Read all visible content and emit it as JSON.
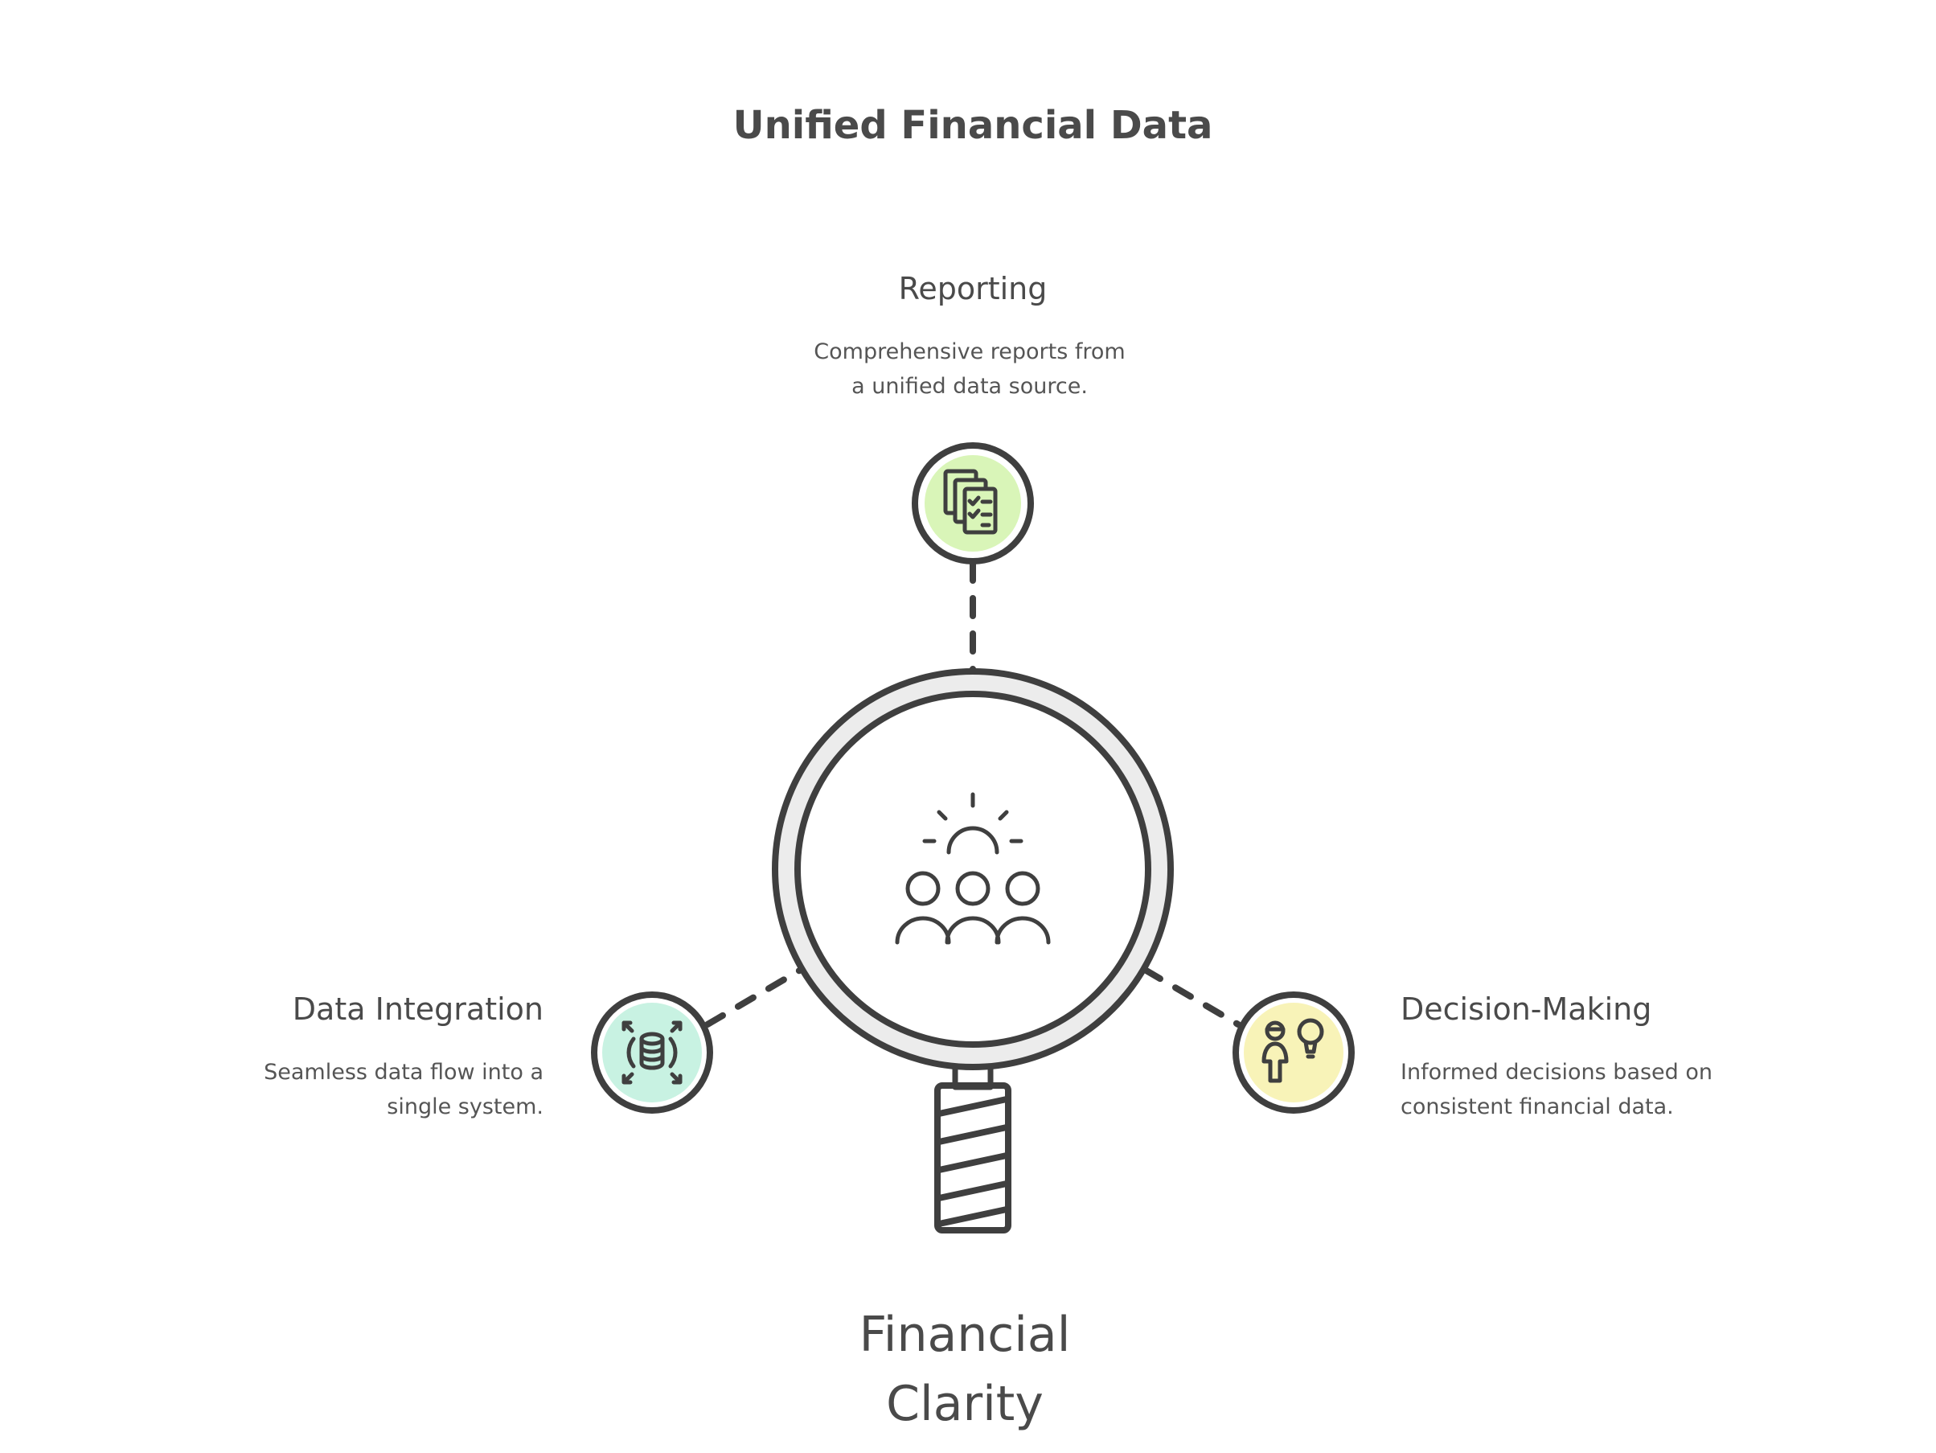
{
  "title": "Unified Financial Data",
  "center": {
    "line1": "Financial",
    "line2": "Clarity",
    "icon": "people-idea-icon"
  },
  "nodes": {
    "reporting": {
      "heading": "Reporting",
      "desc1": "Comprehensive reports from",
      "desc2": "a unified data source.",
      "icon": "checklist-documents-icon",
      "color": "#d9f5b8"
    },
    "integration": {
      "heading": "Data Integration",
      "desc1": "Seamless data flow into a",
      "desc2": "single system.",
      "icon": "database-arrows-icon",
      "color": "#c8f2e2"
    },
    "decision": {
      "heading": "Decision-Making",
      "desc1": "Informed decisions based on",
      "desc2": "consistent financial data.",
      "icon": "person-lightbulb-icon",
      "color": "#f8f3b8"
    }
  }
}
